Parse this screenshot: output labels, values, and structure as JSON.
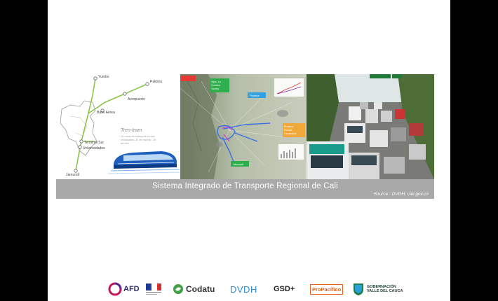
{
  "map_panel": {
    "stations": [
      "Yumbo",
      "Palmira",
      "Aeropuerto",
      "Base Aérea",
      "Terminal Sur",
      "Universidades",
      "Jamundí"
    ],
    "tren_title": "Tren-tram",
    "tren_desc_1": "Un modo de transporte en dos",
    "tren_desc_2": "velocidades: 22 km tranvía - 45",
    "tren_desc_3": "km tren",
    "train_icon": "train-icon"
  },
  "geo_panel": {
    "labels": {
      "vijes": "Vijes, La Cumbre, Yumbo",
      "palmira": "Palmira",
      "pradera": "Pradera, Florida, Candelaria",
      "jamundi": "Jamundí"
    },
    "colors": {
      "green_label": "#2fae4e",
      "blue_label": "#33a0e0",
      "orange_label": "#f1a83a"
    }
  },
  "caption": {
    "title": "Sistema Integrado de Transporte Regional de Cali",
    "source": "Source : DVDH, cali.gov.co"
  },
  "logos": {
    "afd": "AFD",
    "codatu": "Codatu",
    "dvdh": "DVDH",
    "gsd": "GSD+",
    "propacifico": "ProPacífico",
    "gob_line1": "GOBERNACIÓN",
    "gob_line2": "VALLE DEL CAUCA"
  }
}
